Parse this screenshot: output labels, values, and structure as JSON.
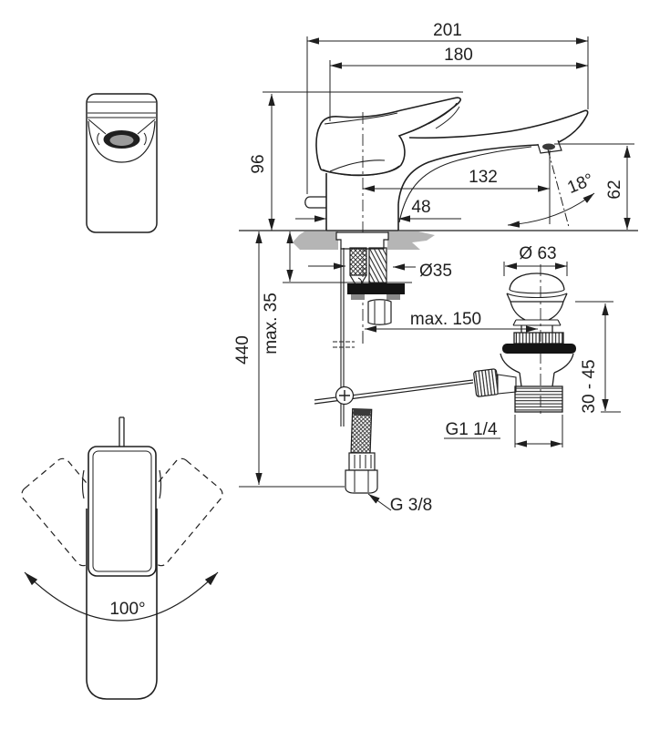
{
  "drawing": {
    "kind": "single-lever basin mixer technical dimension drawing",
    "views": [
      "top-view",
      "side-view",
      "waste-assembly",
      "swivel-top-view"
    ]
  },
  "dimensions": {
    "total_depth": "201",
    "spout_depth": "180",
    "height": "96",
    "spout_reach": "132",
    "base_depth": "48",
    "flow_angle": "18°",
    "spout_height": "62",
    "install_depth": "440",
    "max_deck_thickness": "max. 35",
    "mounting_hole_diameter": "Ø35",
    "pull_rod_reach": "max. 150",
    "waste_cap_diameter": "Ø 63",
    "waste_height_range": "30 - 45",
    "waste_thread_size": "G1 1/4",
    "supply_thread_size": "G 3/8",
    "handle_swivel_angle": "100°"
  },
  "colors": {
    "line": "#1f1f1f",
    "counter_gray": "#b5b5b5",
    "washer_black": "#141414",
    "aerator_gray": "#9b9b9b",
    "tab_gray": "#8a8a8a",
    "cap_dark": "#3a3a3a"
  }
}
